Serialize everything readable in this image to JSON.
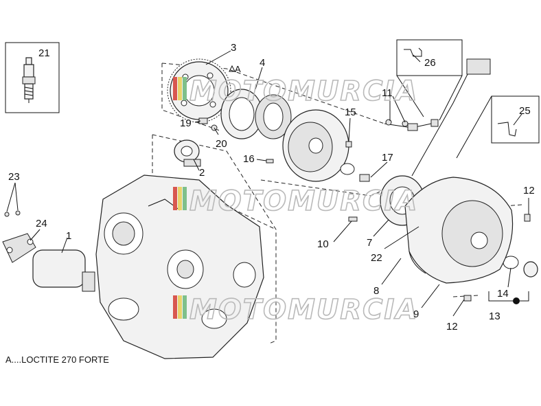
{
  "note": "A....LOCTITE 270 FORTE",
  "loctite_marker": "A",
  "watermark": "MOTOMURCIA",
  "callouts": [
    "1",
    "2",
    "3",
    "4",
    "7",
    "8",
    "9",
    "10",
    "11",
    "12",
    "12",
    "13",
    "14",
    "15",
    "16",
    "17",
    "19",
    "20",
    "21",
    "22",
    "23",
    "24",
    "25",
    "26"
  ],
  "colors": {
    "line": "#222222",
    "watermark_stroke": "#b9b9b9",
    "stripe_red": "#d8574f",
    "stripe_yellow": "#e9d36a",
    "stripe_green": "#7fc08a"
  }
}
